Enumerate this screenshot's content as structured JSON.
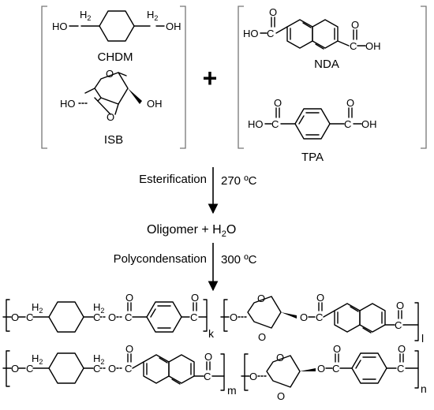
{
  "monomers": {
    "diols": [
      "CHDM",
      "ISB"
    ],
    "diacids": [
      "NDA",
      "TPA"
    ],
    "plus": "+"
  },
  "atoms": {
    "ho": "HO",
    "oh": "OH",
    "h2": "H",
    "h2_sub": "2",
    "o": "O",
    "c": "C",
    "h": "H"
  },
  "steps": {
    "esterification": "Esterification",
    "esterification_temp": "270 ºC",
    "oligomer": "Oligomer + H",
    "water_sub": "2",
    "water_o": "O",
    "polycondensation": "Polycondensation",
    "polycondensation_temp": "300 ºC"
  },
  "subscripts": {
    "k": "k",
    "l": "l",
    "m": "m",
    "n": "n"
  }
}
